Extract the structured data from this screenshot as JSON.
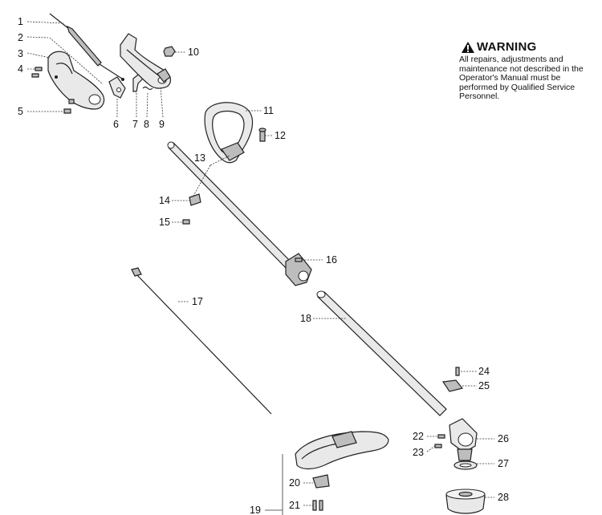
{
  "warning": {
    "title": "WARNING",
    "text": "All repairs, adjustments and maintenance not described in the Operator's Manual must be performed by Qualified Service Personnel."
  },
  "callouts": [
    "1",
    "2",
    "3",
    "4",
    "5",
    "6",
    "7",
    "8",
    "9",
    "10",
    "11",
    "12",
    "13",
    "14",
    "15",
    "16",
    "17",
    "18",
    "19",
    "20",
    "21",
    "22",
    "23",
    "24",
    "25",
    "26",
    "27",
    "28"
  ]
}
